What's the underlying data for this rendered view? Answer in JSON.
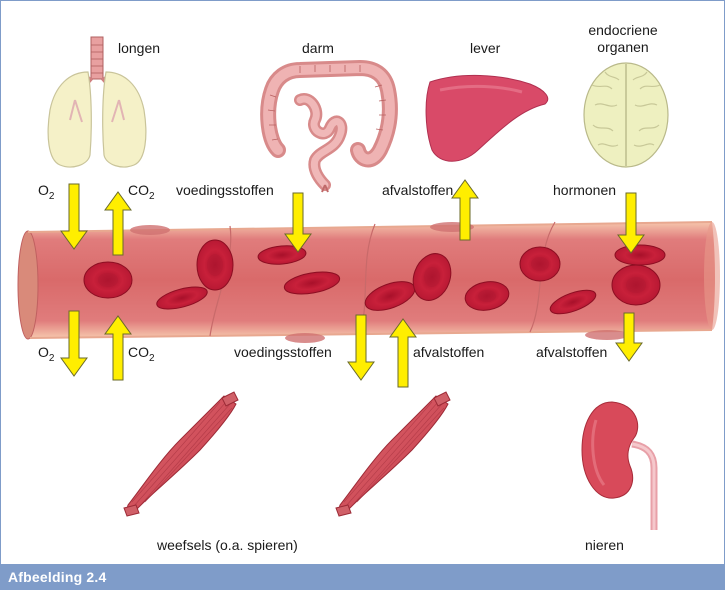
{
  "figure": {
    "caption": "Afbeelding 2.4",
    "accent_color": "#7f9cc9",
    "arrow_color": "#ffee00"
  },
  "organs": {
    "longen": "longen",
    "darm": "darm",
    "lever": "lever",
    "endocrien_line1": "endocriene",
    "endocrien_line2": "organen",
    "weefsels": "weefsels (o.a. spieren)",
    "nieren": "nieren"
  },
  "labels_top": {
    "o2": "O",
    "o2_sub": "2",
    "co2": "CO",
    "co2_sub": "2",
    "voedingsstoffen": "voedingsstoffen",
    "afvalstoffen": "afvalstoffen",
    "hormonen": "hormonen"
  },
  "labels_bottom": {
    "o2": "O",
    "o2_sub": "2",
    "co2": "CO",
    "co2_sub": "2",
    "voedingsstoffen": "voedingsstoffen",
    "afvalstoffen_1": "afvalstoffen",
    "afvalstoffen_2": "afvalstoffen"
  }
}
